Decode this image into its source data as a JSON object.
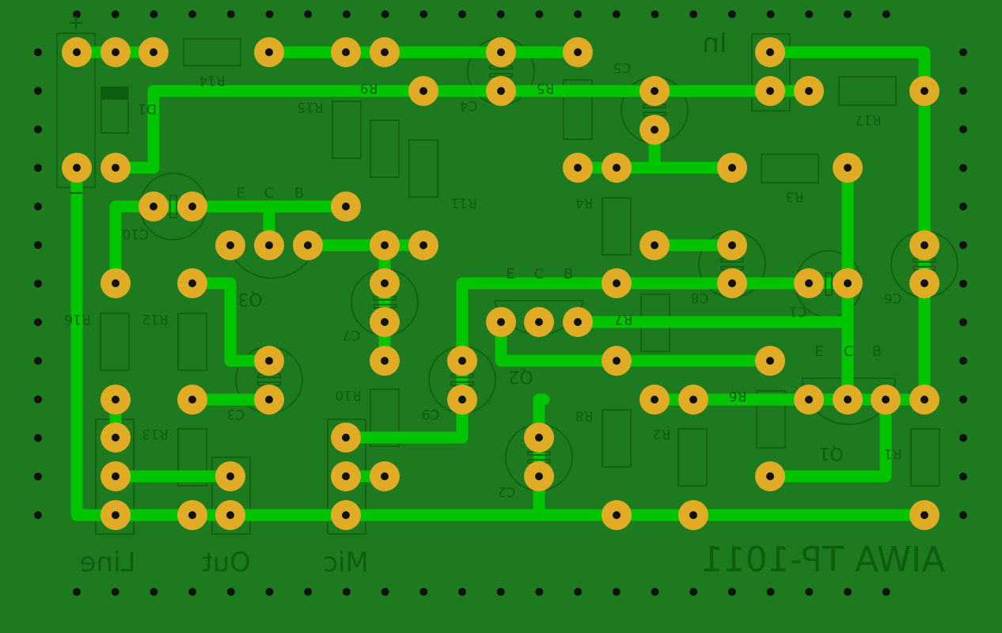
{
  "board": {
    "title": "AIWA TP-1011",
    "colors": {
      "board": "#1d7a1f",
      "trace": "#00c400",
      "pad": "#e0ac25",
      "hole": "#111111",
      "silkscreen": "#0f5e10"
    }
  },
  "connectors": {
    "power_plus": "+",
    "power_minus": "−",
    "in": "In",
    "line": "Line",
    "out": "Out",
    "mic": "Mic"
  },
  "components": {
    "resistors": [
      "R14",
      "R15",
      "R9",
      "R5",
      "R17",
      "R11",
      "R4",
      "R3",
      "R16",
      "R12",
      "R7",
      "R10",
      "R13",
      "R8",
      "R2",
      "R6",
      "R1"
    ],
    "capacitors": [
      "C4",
      "C5",
      "C10",
      "C7",
      "C8",
      "C1",
      "C6",
      "C3",
      "C9",
      "C2"
    ],
    "transistors": [
      "Q1",
      "Q2",
      "Q3"
    ],
    "diodes": [
      "D1"
    ],
    "transistor_pins": [
      "B",
      "C",
      "E"
    ]
  }
}
